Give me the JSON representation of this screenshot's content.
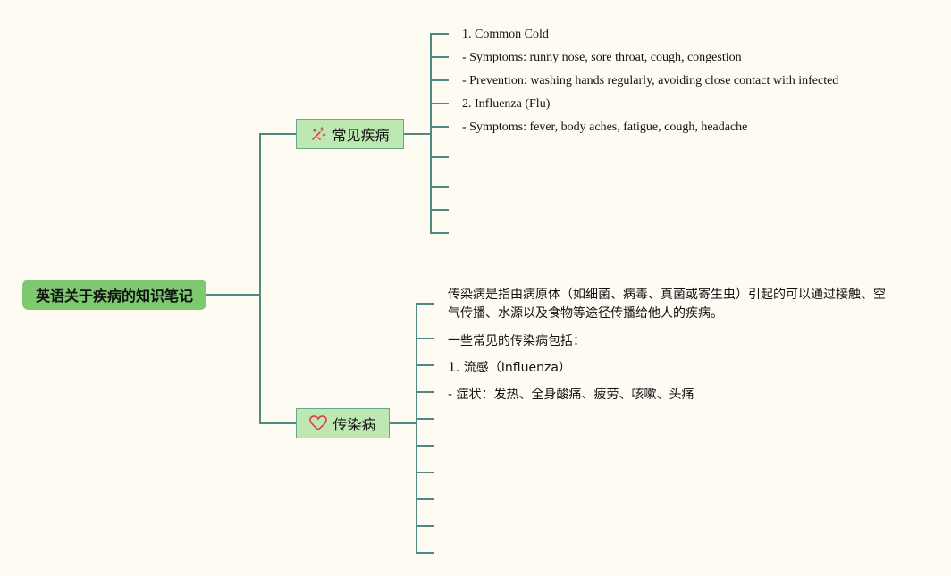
{
  "root": {
    "title": "英语关于疾病的知识笔记"
  },
  "branches": [
    {
      "label": "常见疾病",
      "icon": "sparkle-icon",
      "leaves": [
        "1. Common Cold",
        "- Symptoms: runny nose, sore throat, cough, congestion",
        "- Prevention: washing hands regularly, avoiding close contact with infected",
        "2. Influenza (Flu)",
        "- Symptoms: fever, body aches, fatigue, cough, headache",
        "",
        "",
        "",
        ""
      ]
    },
    {
      "label": "传染病",
      "icon": "heart-icon",
      "leaves": [
        "传染病是指由病原体（如细菌、病毒、真菌或寄生虫）引起的可以通过接触、空气传播、水源以及食物等途径传播给他人的疾病。",
        "一些常见的传染病包括：",
        "1. 流感（Influenza）",
        "- 症状：发热、全身酸痛、疲劳、咳嗽、头痛",
        "",
        "",
        "",
        "",
        "",
        ""
      ]
    }
  ],
  "colors": {
    "line": "#4d8b80",
    "root": "#7ec870",
    "branch": "#bde8b2",
    "background": "#fdfbf2",
    "sparkle": "#d9424a",
    "heart": "#d9424a"
  }
}
